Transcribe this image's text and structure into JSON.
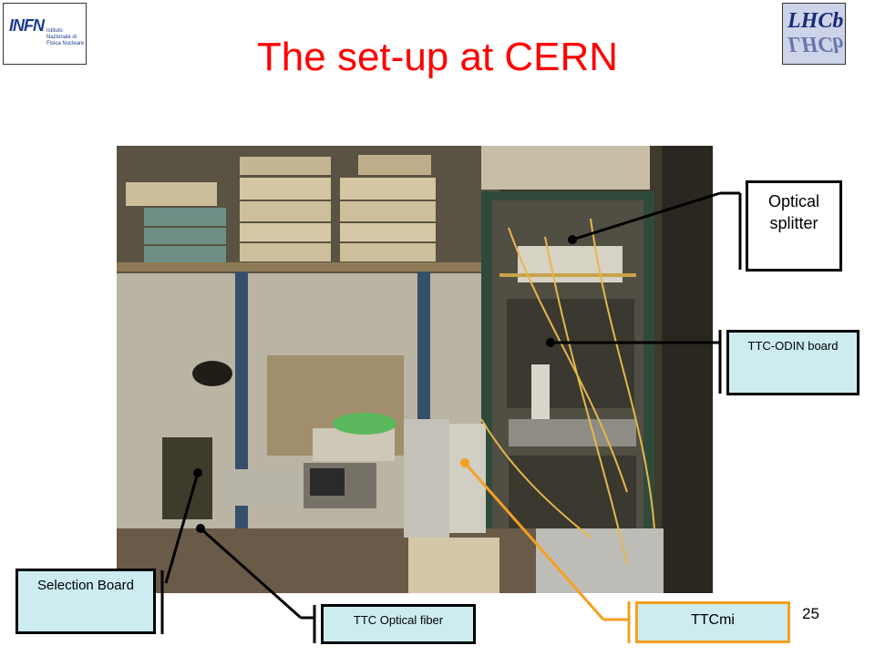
{
  "title": "The set-up at CERN",
  "logos": {
    "infn": {
      "mark": "INFN",
      "subtitle": "Istituto Nazionale di Fisica Nucleare"
    },
    "lhcb": {
      "mark": "LHCb"
    }
  },
  "labels": {
    "optical_splitter": "Optical splitter",
    "ttc_odin_board": "TTC-ODIN board",
    "selection_board": "Selection Board",
    "ttc_optical_fiber": "TTC Optical fiber",
    "ttcmi": "TTCmi"
  },
  "colors": {
    "title": "#ff0000",
    "label_fill": "#ccecf0",
    "ttcmi_accent": "#f5a020",
    "connector": "#000000"
  },
  "page_number": "25"
}
